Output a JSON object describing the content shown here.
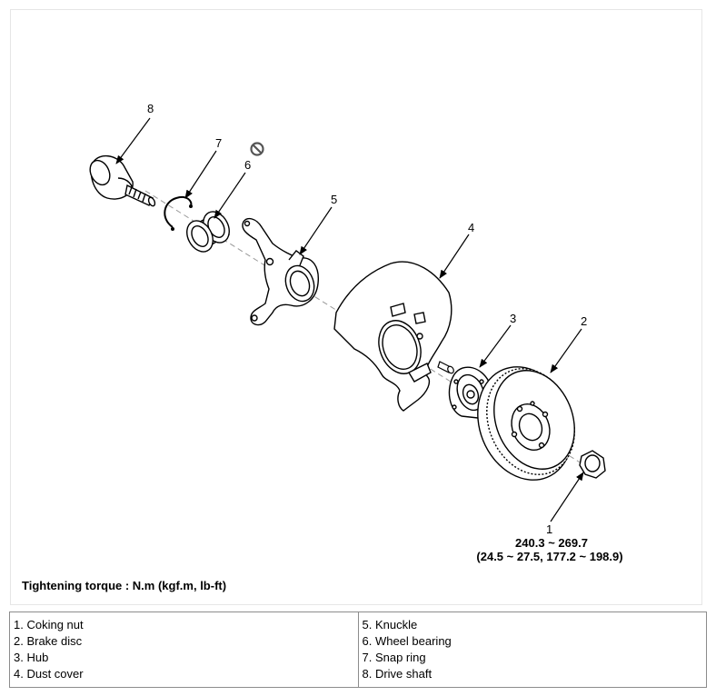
{
  "callouts": {
    "c1": "1",
    "c2": "2",
    "c3": "3",
    "c4": "4",
    "c5": "5",
    "c6": "6",
    "c7": "7",
    "c8": "8"
  },
  "torque": {
    "nm": "240.3 ~ 269.7",
    "alt": "(24.5 ~ 27.5, 177.2 ~ 198.9)"
  },
  "caption": "Tightening torque : N.m (kgf.m, lb-ft)",
  "legend": {
    "left": [
      "1. Coking nut",
      "2. Brake disc",
      "3. Hub",
      "4. Dust cover"
    ],
    "right": [
      "5. Knuckle",
      "6. Wheel bearing",
      "7. Snap ring",
      "8. Drive shaft"
    ]
  },
  "icons": {
    "no_reuse": "prohibited-icon"
  }
}
